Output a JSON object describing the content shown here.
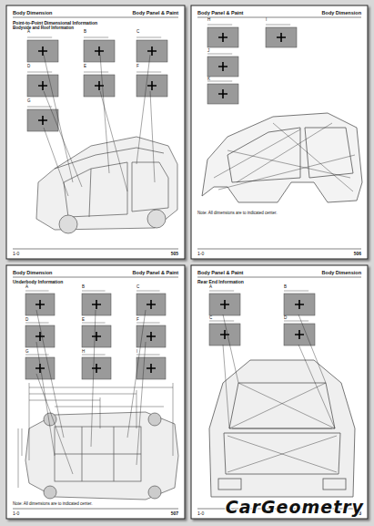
{
  "diagram": {
    "title": "Body Dimension",
    "labels": [
      "Body Dimension",
      "Body Panel & Paint",
      "Point-to-Point Dimensional Information",
      "Bodyside and Roof Information",
      "A",
      "B",
      "C",
      "D",
      "E",
      "F",
      "G",
      "1-0",
      "505",
      "Body Panel & Paint",
      "Body Dimension",
      "H",
      "I",
      "J",
      "K",
      "Note: All dimensions are to indicated center.",
      "1-0",
      "506",
      "Body Dimension",
      "Body Panel & Paint",
      "Underbody Information",
      "A",
      "B",
      "C",
      "D",
      "E",
      "F",
      "G",
      "H",
      "I",
      "Note: All dimensions are to indicated center.",
      "1-0",
      "507",
      "Body Panel & Paint",
      "Body Dimension",
      "Rear End Information",
      "A",
      "B",
      "C",
      "D",
      "1-0",
      "508",
      "CarGeometry"
    ]
  }
}
